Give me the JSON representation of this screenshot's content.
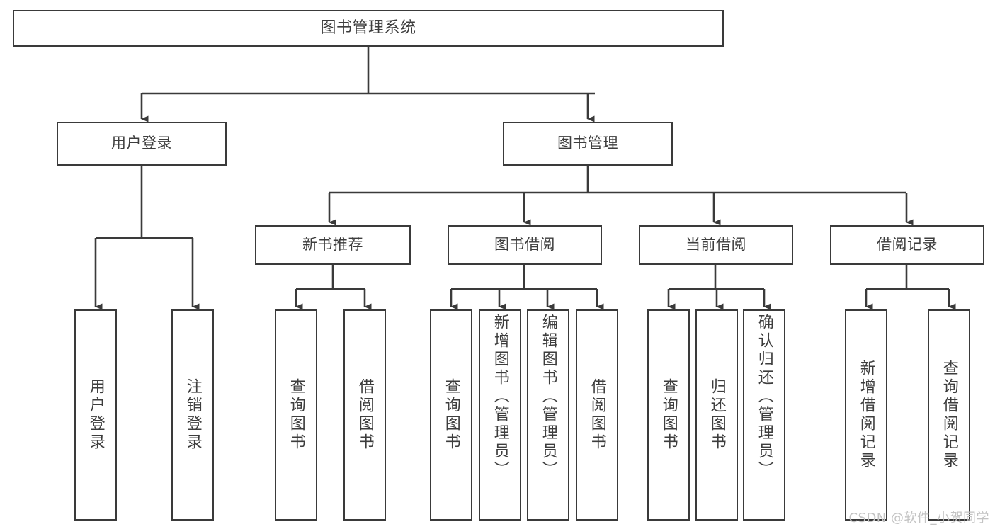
{
  "diagram": {
    "title": "图书管理系统",
    "type": "tree",
    "watermark": "CSDN @软件_小贺同学",
    "colors": {
      "stroke": "#3a3a3a",
      "text": "#3d3d3d",
      "background": "#ffffff",
      "watermark": "#c3c3c3"
    },
    "nodes": {
      "root": {
        "label": "图书管理系统"
      },
      "level2": [
        {
          "id": "user_login",
          "label": "用户登录"
        },
        {
          "id": "book_manage",
          "label": "图书管理"
        }
      ],
      "level3": [
        {
          "id": "new_book_rec",
          "label": "新书推荐"
        },
        {
          "id": "book_borrow",
          "label": "图书借阅"
        },
        {
          "id": "current_borrow",
          "label": "当前借阅"
        },
        {
          "id": "borrow_record",
          "label": "借阅记录"
        }
      ],
      "leaves": {
        "user_login": [
          {
            "id": "leaf_user_login",
            "label": "用户登录"
          },
          {
            "id": "leaf_logout",
            "label": "注销登录"
          }
        ],
        "new_book_rec": [
          {
            "id": "leaf_query_book_1",
            "label": "查询图书"
          },
          {
            "id": "leaf_borrow_book_1",
            "label": "借阅图书"
          }
        ],
        "book_borrow": [
          {
            "id": "leaf_query_book_2",
            "label": "查询图书"
          },
          {
            "id": "leaf_add_book",
            "label": "新增图书（管理员）"
          },
          {
            "id": "leaf_edit_book",
            "label": "编辑图书（管理员）"
          },
          {
            "id": "leaf_borrow_book_2",
            "label": "借阅图书"
          }
        ],
        "current_borrow": [
          {
            "id": "leaf_query_book_3",
            "label": "查询图书"
          },
          {
            "id": "leaf_return_book",
            "label": "归还图书"
          },
          {
            "id": "leaf_confirm_return",
            "label": "确认归还（管理员）"
          }
        ],
        "borrow_record": [
          {
            "id": "leaf_add_record",
            "label": "新增借阅记录"
          },
          {
            "id": "leaf_query_record",
            "label": "查询借阅记录"
          }
        ]
      }
    },
    "edges": [
      {
        "from": "root",
        "to": "user_login"
      },
      {
        "from": "root",
        "to": "book_manage"
      },
      {
        "from": "book_manage",
        "to": "new_book_rec"
      },
      {
        "from": "book_manage",
        "to": "book_borrow"
      },
      {
        "from": "book_manage",
        "to": "current_borrow"
      },
      {
        "from": "book_manage",
        "to": "borrow_record"
      },
      {
        "from": "user_login",
        "to": "leaf_user_login"
      },
      {
        "from": "user_login",
        "to": "leaf_logout"
      },
      {
        "from": "new_book_rec",
        "to": "leaf_query_book_1"
      },
      {
        "from": "new_book_rec",
        "to": "leaf_borrow_book_1"
      },
      {
        "from": "book_borrow",
        "to": "leaf_query_book_2"
      },
      {
        "from": "book_borrow",
        "to": "leaf_add_book"
      },
      {
        "from": "book_borrow",
        "to": "leaf_edit_book"
      },
      {
        "from": "book_borrow",
        "to": "leaf_borrow_book_2"
      },
      {
        "from": "current_borrow",
        "to": "leaf_query_book_3"
      },
      {
        "from": "current_borrow",
        "to": "leaf_return_book"
      },
      {
        "from": "current_borrow",
        "to": "leaf_confirm_return"
      },
      {
        "from": "borrow_record",
        "to": "leaf_add_record"
      },
      {
        "from": "borrow_record",
        "to": "leaf_query_record"
      }
    ]
  }
}
